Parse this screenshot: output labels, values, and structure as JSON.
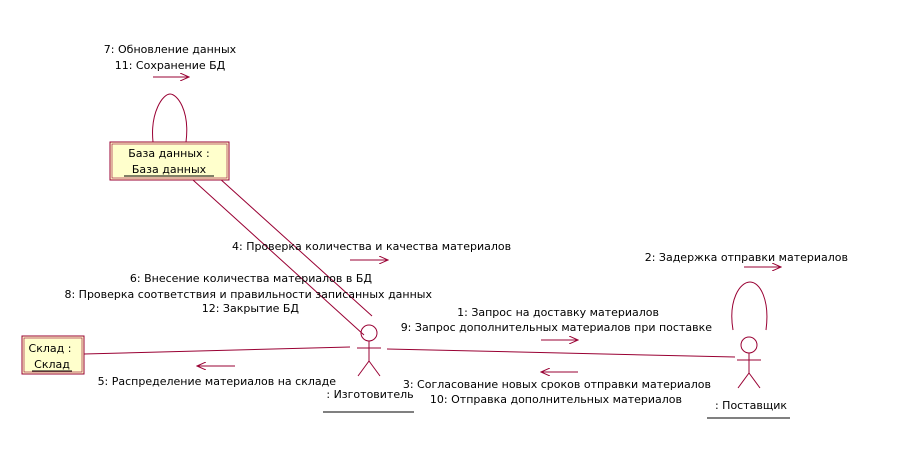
{
  "objects": {
    "db": {
      "line1": "База данных :",
      "line2": "База данных"
    },
    "warehouse": {
      "line1": "Склад :",
      "line2": "Склад"
    },
    "manufacturer": {
      "label": ": Изготовитель"
    },
    "supplier": {
      "label": ": Поставщик"
    }
  },
  "messages": {
    "db_self": [
      "7: Обновление данных",
      "11: Сохранение БД"
    ],
    "check_quality": "4: Проверка количества и качества материалов",
    "manufacturer_to_db": [
      "6: Внесение количества материалов в БД",
      "8: Проверка соответствия и правильности записанных данных",
      "12: Закрытие БД"
    ],
    "supplier_self": "2: Задержка отправки материалов",
    "to_supplier": [
      "1: Запрос на доставку материалов",
      "9: Запрос дополнительных материалов при поставке"
    ],
    "to_manufacturer": [
      "3: Согласование новых сроков отправки материалов",
      "10: Отправка дополнительных материалов"
    ],
    "to_warehouse": "5: Распределение материалов на складе"
  },
  "colors": {
    "line": "#990033",
    "box_fill": "#ffffcc",
    "text": "#000000"
  }
}
